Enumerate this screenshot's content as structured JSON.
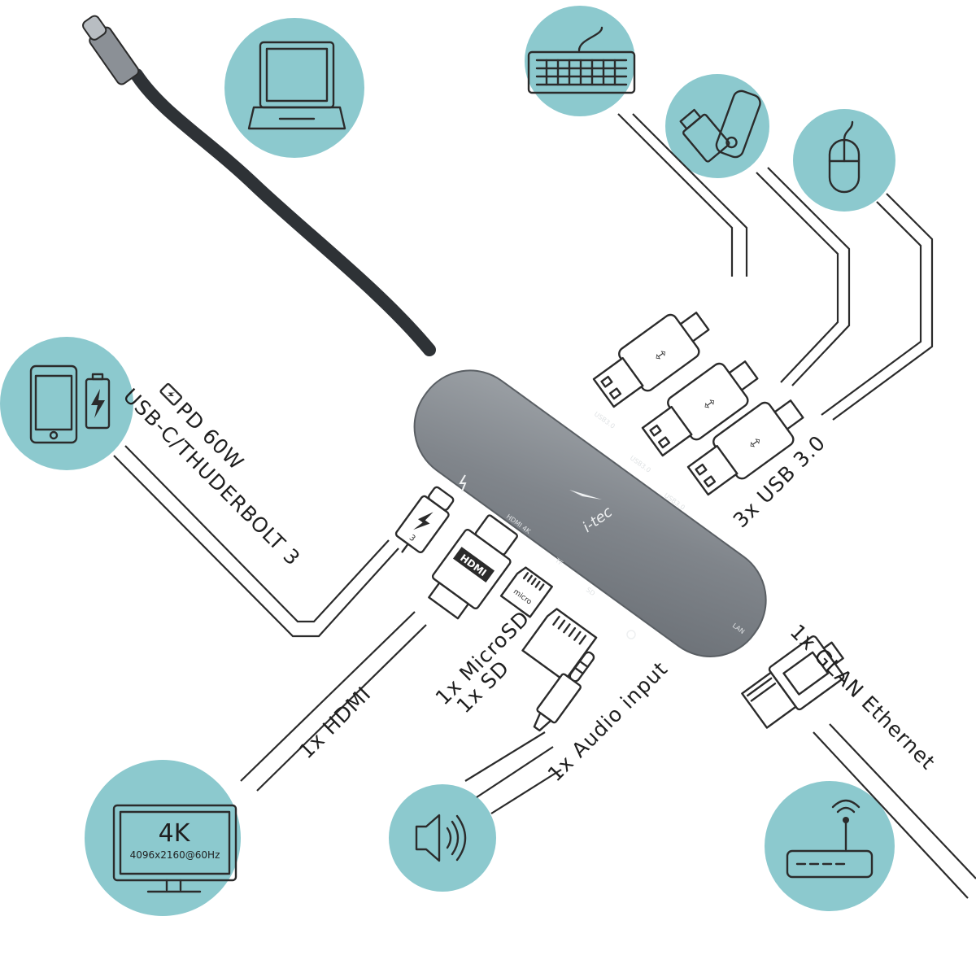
{
  "labels": {
    "power": [
      "PD 60W",
      "USB-C/THUDERBOLT 3"
    ],
    "usb": "3x USB 3.0",
    "lan": "1x GLAN Ethernet",
    "hdmi": "1x HDMI",
    "card": [
      "1x MicroSD",
      "1x SD"
    ],
    "audio": "1x Audio input",
    "monitor_res": "4K",
    "monitor_spec": "4096x2160@60Hz",
    "brand": "i-tec",
    "hdmi_port": "HDMI",
    "thunderbolt_num": "3",
    "port_hdmi": "HDMI 4K",
    "port_usb1": "USB3.0",
    "port_usb2": "USB3.0",
    "port_usb3": "USB3.0",
    "port_tf": "TF",
    "port_sd": "SD",
    "port_lan": "LAN"
  },
  "colors": {
    "circle": "#8cc9ce",
    "hub_body": "#7d8288",
    "line": "#2b2b2b"
  },
  "icons": [
    "laptop-icon",
    "keyboard-icon",
    "usb-stick-icon",
    "mouse-icon",
    "phone-charging-icon",
    "monitor-icon",
    "speaker-icon",
    "router-icon"
  ]
}
